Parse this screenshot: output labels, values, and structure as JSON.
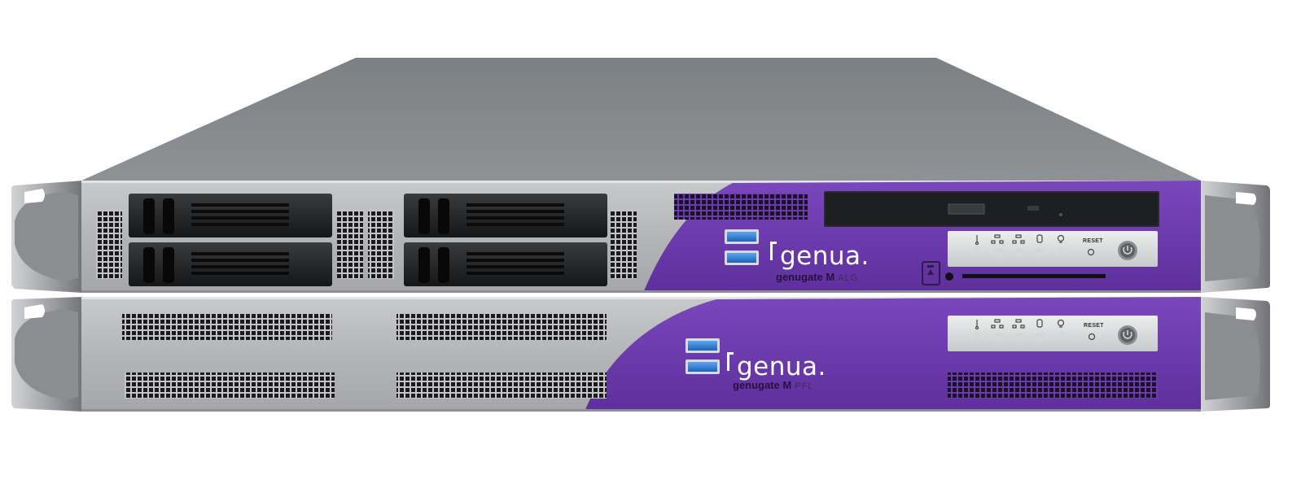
{
  "units": [
    {
      "brand": "genua.",
      "model": "genugate M",
      "variant": "ALG",
      "reset_label": "RESET",
      "status_icons": [
        "thermometer-icon",
        "network-icon",
        "network-icon",
        "disk-icon",
        "lightbulb-icon"
      ],
      "drive_bays": 4,
      "usb_ports": 2
    },
    {
      "brand": "genua.",
      "model": "genugate M",
      "variant": "PFL",
      "reset_label": "RESET",
      "status_icons": [
        "thermometer-icon",
        "network-icon",
        "network-icon",
        "disk-icon",
        "lightbulb-icon"
      ],
      "drive_bays": 0,
      "usb_ports": 2
    }
  ],
  "colors": {
    "accent_purple": "#6f3fb0",
    "chassis_grey": "#a9abae",
    "top_lid": "#7f8386",
    "usb_blue": "#2f7fd6"
  }
}
